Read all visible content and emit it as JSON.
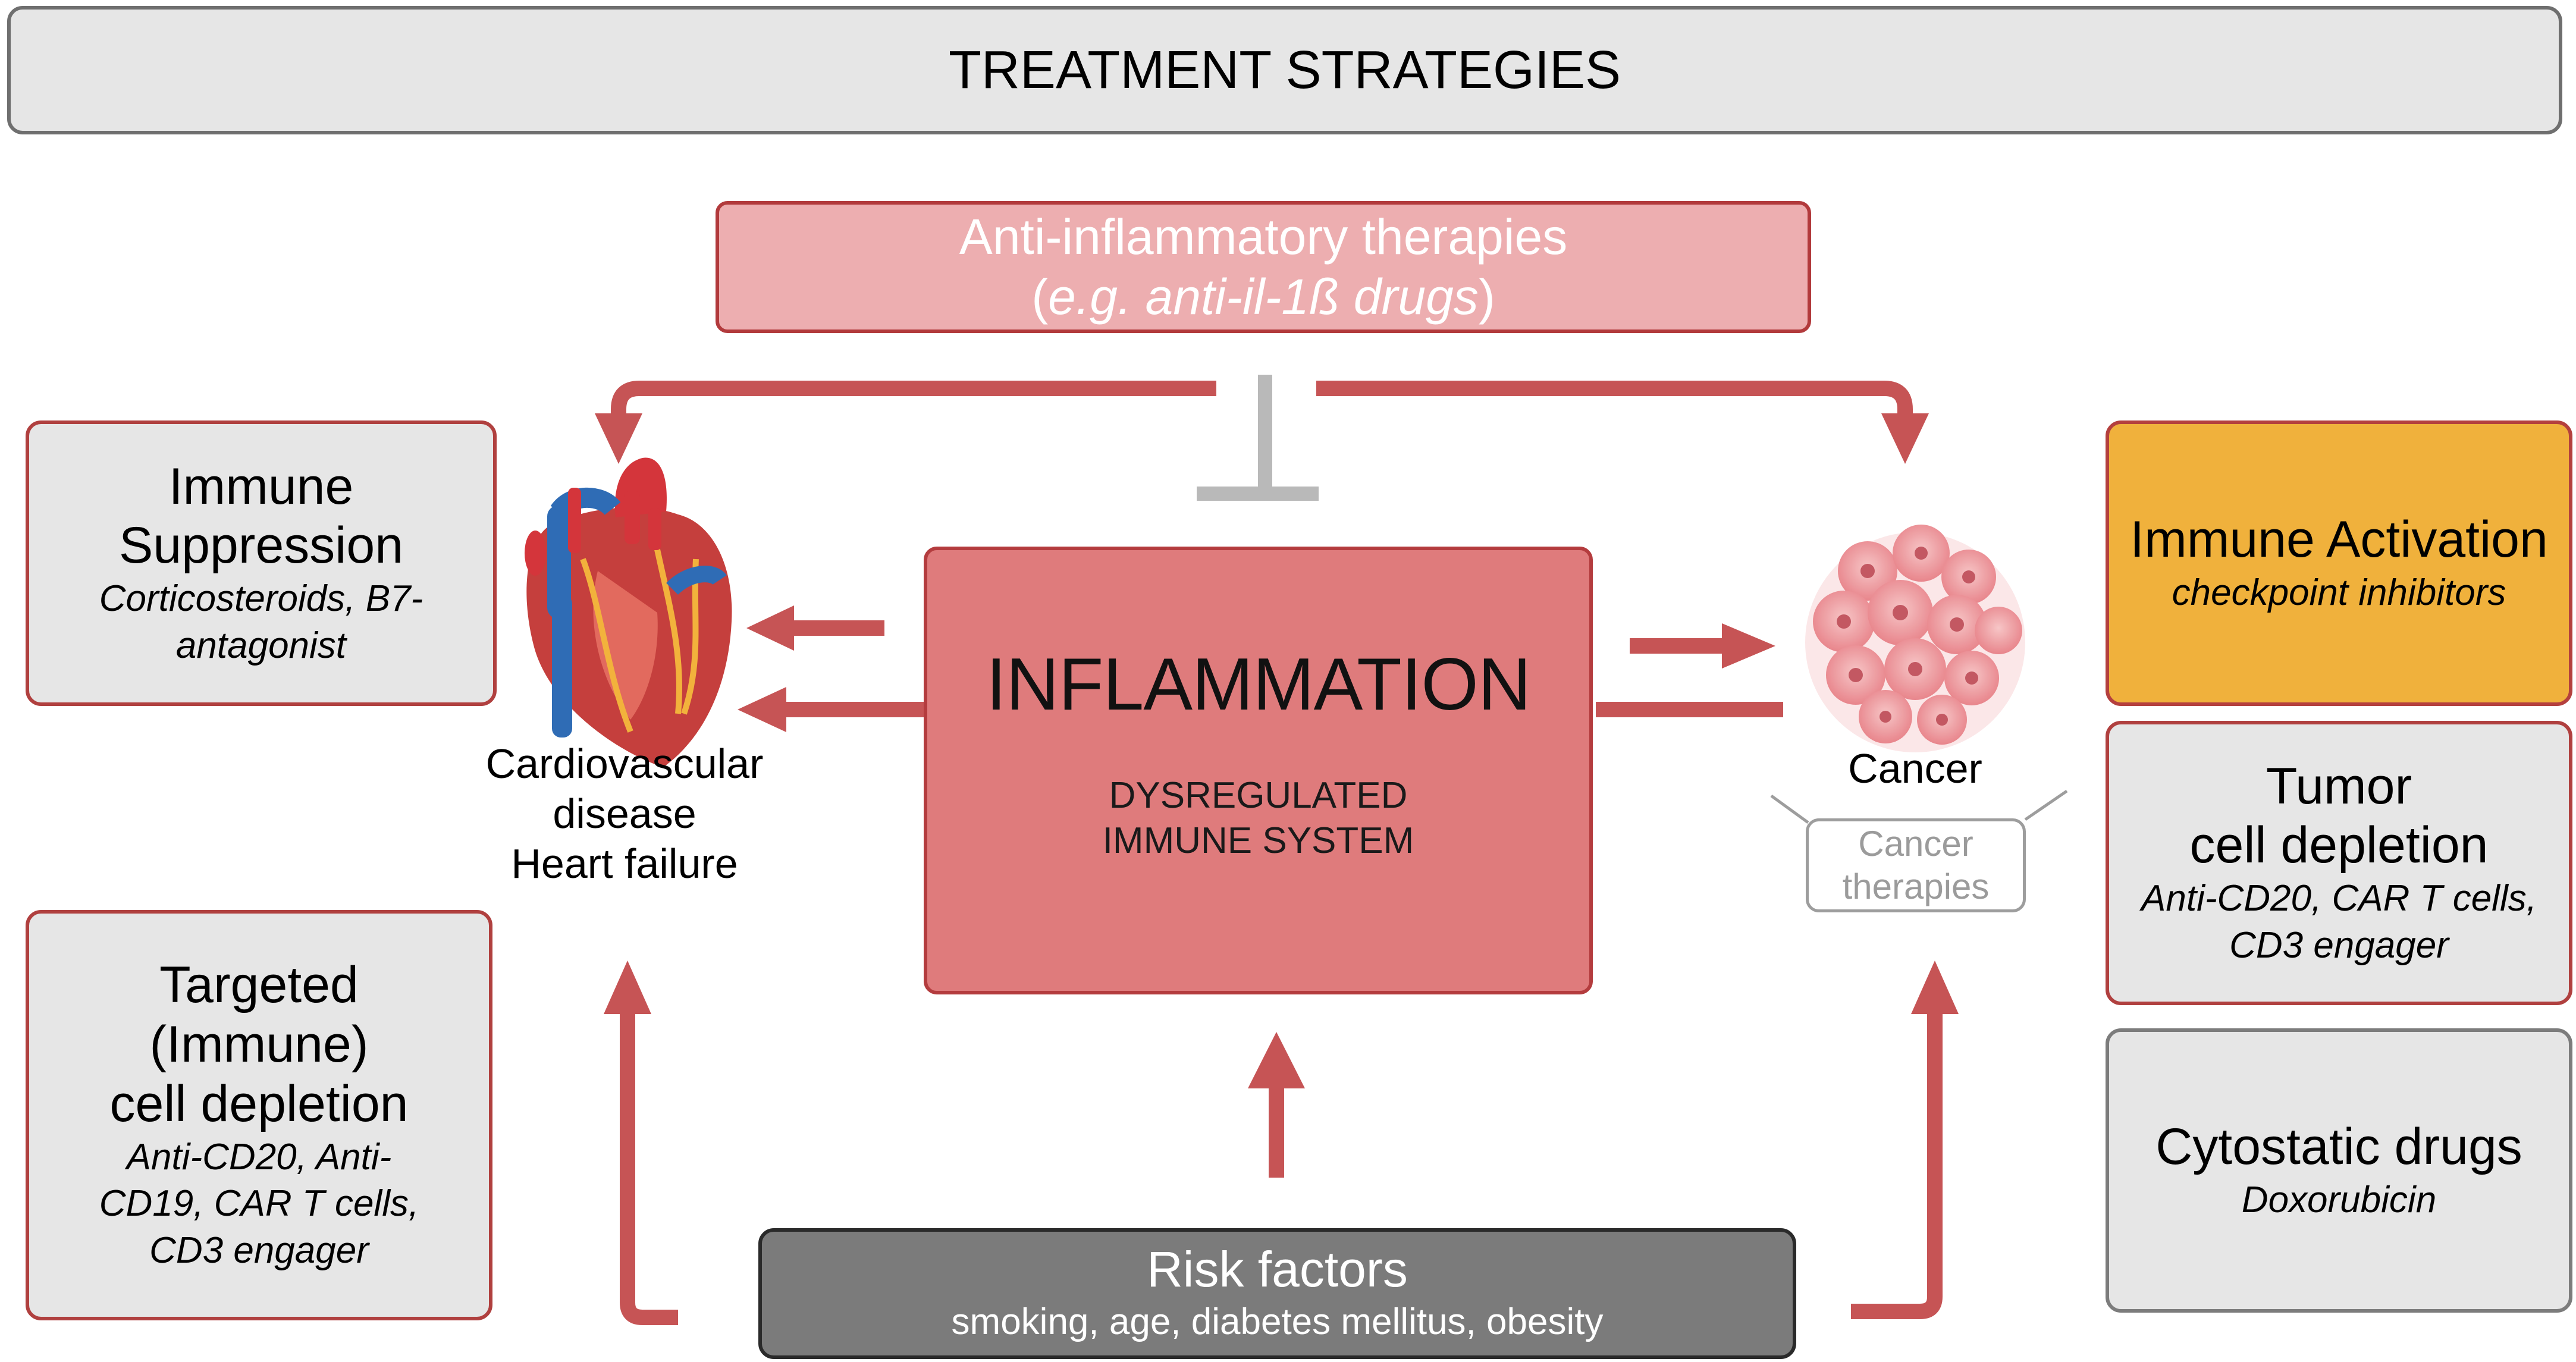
{
  "header": {
    "title": "TREATMENT STRATEGIES"
  },
  "anti_inflammatory": {
    "title": "Anti-inflammatory therapies",
    "example_prefix": "(",
    "example": "e.g. anti-il-1ß drugs",
    "example_suffix": ")"
  },
  "center": {
    "title": "INFLAMMATION",
    "subtitle_line1": "DYSREGULATED",
    "subtitle_line2": "IMMUNE SYSTEM"
  },
  "left_boxes": [
    {
      "title_lines": [
        "Immune",
        "Suppression"
      ],
      "detail_lines": [
        "Corticosteroids,  B7-",
        "antagonist"
      ]
    },
    {
      "title_lines": [
        "Targeted",
        "(Immune)",
        "cell depletion"
      ],
      "detail_lines": [
        "Anti-CD20, Anti-",
        "CD19, CAR T cells,",
        "CD3 engager"
      ]
    }
  ],
  "right_boxes": [
    {
      "title_lines": [
        "Immune Activation"
      ],
      "detail_lines": [
        "checkpoint inhibitors"
      ]
    },
    {
      "title_lines": [
        "Tumor",
        "cell depletion"
      ],
      "detail_lines": [
        "Anti-CD20, CAR T cells,",
        "CD3 engager"
      ]
    },
    {
      "title_lines": [
        "Cytostatic drugs"
      ],
      "detail_lines": [
        "Doxorubicin"
      ]
    }
  ],
  "cardio": {
    "lines": [
      "Cardiovascular",
      "disease",
      "Heart failure"
    ]
  },
  "cancer": {
    "label": "Cancer",
    "therapies_line1": "Cancer",
    "therapies_line2": "therapies"
  },
  "risk": {
    "title": "Risk factors",
    "factors": "smoking, age, diabetes mellitus, obesity"
  },
  "colors": {
    "arrow": "#c65455",
    "inhibit": "#b9b9b9",
    "center_fill": "#df7b7c",
    "anti_fill": "#edaeb0",
    "activation_fill": "#f0b13c",
    "risk_fill": "#7b7b7b",
    "box_fill": "#e6e6e6",
    "box_border": "#b0403f"
  }
}
